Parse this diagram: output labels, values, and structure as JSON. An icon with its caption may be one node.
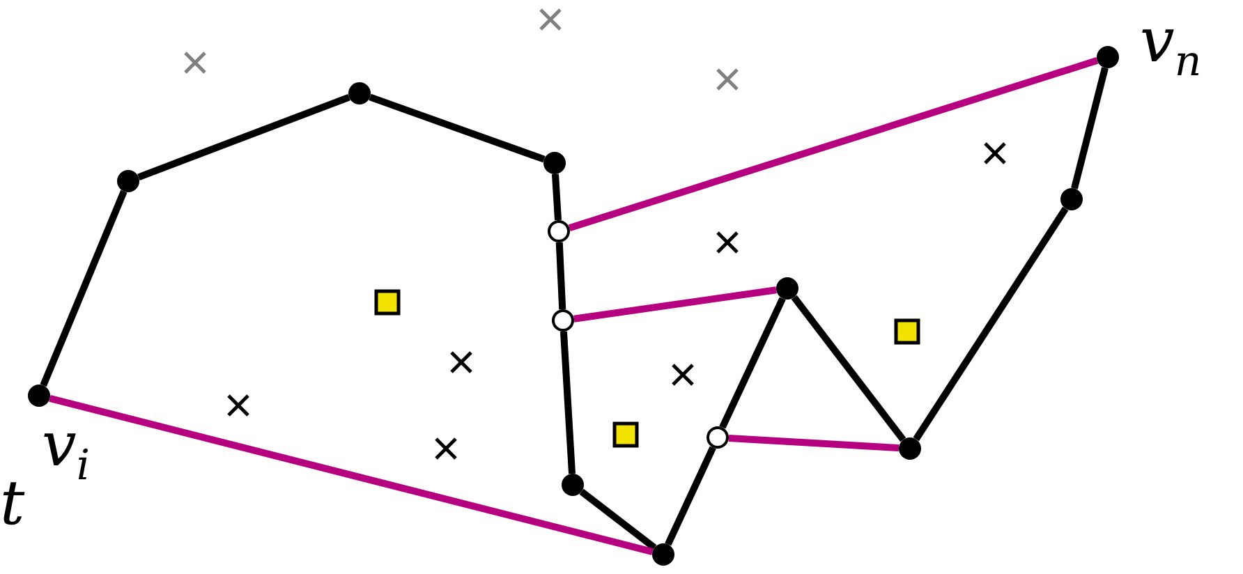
{
  "diagram": {
    "nodes": [
      {
        "text": [],
        "shape": "circle",
        "beside": [
          "v$_{i}$"
        ]
      },
      {
        "text": [],
        "shape": "circle"
      },
      {
        "text": [],
        "shape": "circle"
      },
      {
        "text": [],
        "shape": "circle"
      },
      {
        "text": [],
        "shape": "circle"
      },
      {
        "text": [],
        "shape": "circle"
      },
      {
        "text": [],
        "shape": "circle"
      },
      {
        "text": [],
        "shape": "circle"
      },
      {
        "text": [],
        "shape": "circle"
      },
      {
        "text": [],
        "shape": "circle"
      },
      {
        "text": [],
        "shape": "circle"
      },
      {
        "text": [],
        "shape": "circle"
      },
      {
        "text": [],
        "shape": "circle",
        "beside": [
          "v$_{n}$"
        ]
      }
    ],
    "edges": [
      {
        "from": 0,
        "to": 1,
        "arrow": "none"
      },
      {
        "from": 1,
        "to": 2,
        "arrow": "none"
      },
      {
        "from": 2,
        "to": 3,
        "arrow": "none"
      },
      {
        "from": 3,
        "to": 4,
        "arrow": "none"
      },
      {
        "from": 4,
        "to": 5,
        "arrow": "none"
      },
      {
        "from": 5,
        "to": 6,
        "arrow": "none"
      },
      {
        "from": 6,
        "to": 7,
        "arrow": "none"
      },
      {
        "from": 7,
        "to": 8,
        "arrow": "none"
      },
      {
        "from": 8,
        "to": 9,
        "arrow": "none"
      },
      {
        "from": 9,
        "to": 10,
        "arrow": "none"
      },
      {
        "from": 10,
        "to": 11,
        "arrow": "none"
      },
      {
        "from": 11,
        "to": 12,
        "arrow": "none"
      },
      {
        "from": 0,
        "to": 7,
        "arrow": "none",
        "color": "#b5007f"
      },
      {
        "from": 4,
        "to": 12,
        "arrow": "none",
        "color": "#b5007f"
      },
      {
        "from": 5,
        "to": 9,
        "arrow": "none",
        "color": "#b5007f"
      },
      {
        "from": 8,
        "to": 10,
        "arrow": "none",
        "color": "#b5007f"
      }
    ],
    "labels": [
      "t"
    ]
  }
}
